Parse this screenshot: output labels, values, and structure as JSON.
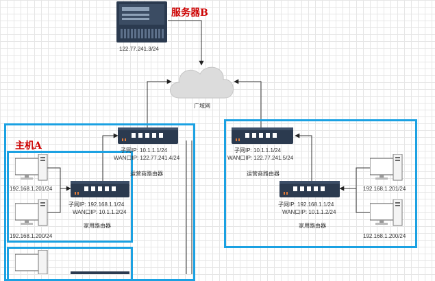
{
  "server": {
    "title": "服务器B",
    "ip": "122.77.241.3/24"
  },
  "wan": {
    "label": "广域网"
  },
  "host_a": {
    "title": "主机A"
  },
  "left_isp_router": {
    "subnet": "子网IP:  10.1.1.1/24",
    "wan": "WAN口IP:  122.77.241.4/24",
    "name": "运营商路由器"
  },
  "left_home_router": {
    "subnet": "子网IP:  192.168.1.1/24",
    "wan": "WAN口IP:  10.1.1.2/24",
    "name": "家用路由器"
  },
  "left_pcs": [
    "192.168.1.201/24",
    "192.168.1.200/24"
  ],
  "right_isp_router": {
    "subnet": "子网IP:  10.1.1.1/24",
    "wan": "WAN口IP:  122.77.241.5/24",
    "name": "运营商路由器"
  },
  "right_home_router": {
    "subnet": "子网IP:  192.168.1.1/24",
    "wan": "WAN口IP:  10.1.1.2/24",
    "name": "家用路由器"
  },
  "right_pcs": [
    "192.168.1.201/24",
    "192.168.1.200/24"
  ],
  "colors": {
    "box_border": "#1ba1e2",
    "title": "#cc0000",
    "device": "#2b3a4f",
    "line": "#333333"
  }
}
